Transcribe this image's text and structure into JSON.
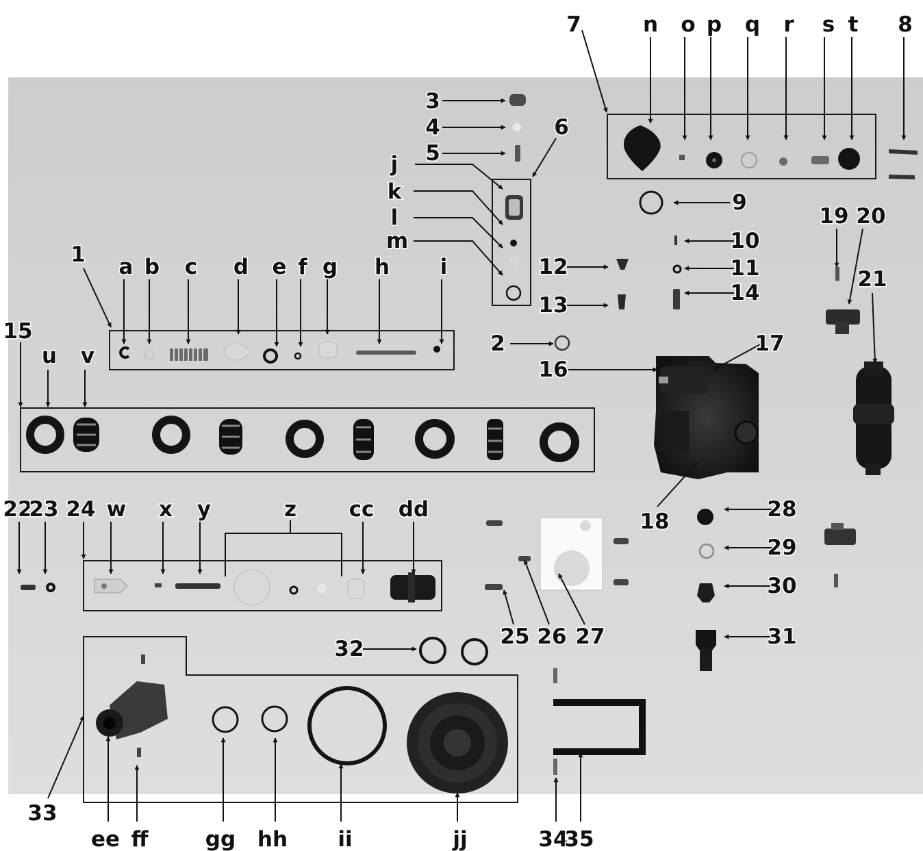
{
  "diagram": {
    "labels": {
      "n1": "1",
      "n2": "2",
      "n3": "3",
      "n4": "4",
      "n5": "5",
      "n6": "6",
      "n7": "7",
      "n8": "8",
      "n9": "9",
      "n10": "10",
      "n11": "11",
      "n12": "12",
      "n13": "13",
      "n14": "14",
      "n15": "15",
      "n16": "16",
      "n17": "17",
      "n18": "18",
      "n19": "19",
      "n20": "20",
      "n21": "21",
      "n22": "22",
      "n23": "23",
      "n24": "24",
      "n25": "25",
      "n26": "26",
      "n27": "27",
      "n28": "28",
      "n29": "29",
      "n30": "30",
      "n31": "31",
      "n32": "32",
      "n33": "33",
      "n34": "34",
      "n35": "35",
      "a": "a",
      "b": "b",
      "c": "c",
      "d": "d",
      "e": "e",
      "f": "f",
      "g": "g",
      "h": "h",
      "i": "i",
      "j": "j",
      "k": "k",
      "l": "l",
      "m": "m",
      "n": "n",
      "o": "o",
      "p": "p",
      "q": "q",
      "r": "r",
      "s": "s",
      "t": "t",
      "u": "u",
      "v": "v",
      "w": "w",
      "x": "x",
      "y": "y",
      "z": "z",
      "cc": "cc",
      "dd": "dd",
      "ee": "ee",
      "ff": "ff",
      "gg": "gg",
      "hh": "hh",
      "ii": "ii",
      "jj": "jj"
    },
    "colors": {
      "background_panel": "#d6d6d6",
      "part_dark": "#141414",
      "part_light": "#ececec",
      "ink": "#111111"
    }
  }
}
